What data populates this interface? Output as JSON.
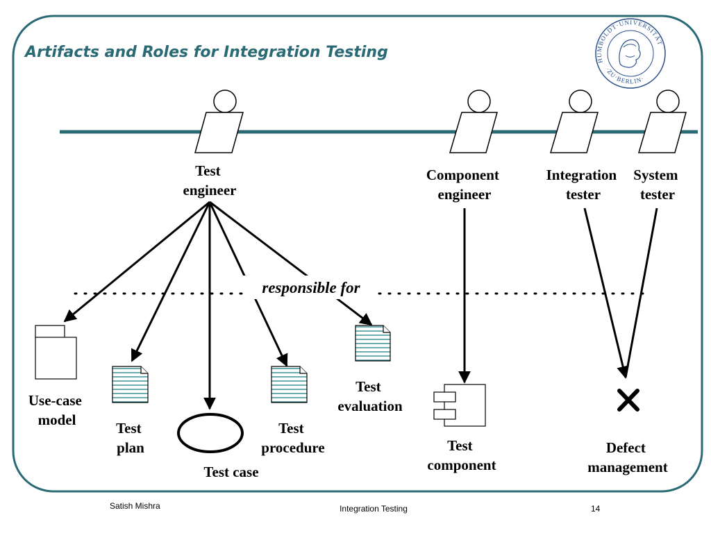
{
  "slide": {
    "title": "Artifacts and Roles for Integration Testing",
    "seal_text": "HUMBOLDT-UNIVERSITÄT ZU BERLIN",
    "colors": {
      "frame": "#2a6a74",
      "title": "#2a6a74",
      "timeline": "#2a6a74",
      "doc_lines": "#2f8a8a"
    }
  },
  "roles": [
    {
      "id": "test-engineer",
      "lines": [
        "Test",
        "engineer"
      ]
    },
    {
      "id": "component-engineer",
      "lines": [
        "Component",
        "engineer"
      ]
    },
    {
      "id": "integration-tester",
      "lines": [
        "Integration",
        "tester"
      ]
    },
    {
      "id": "system-tester",
      "lines": [
        "System",
        "tester"
      ]
    }
  ],
  "responsible_for": "responsible for",
  "artifacts": [
    {
      "id": "use-case-model",
      "icon": "package-icon",
      "lines": [
        "Use-case",
        "model"
      ]
    },
    {
      "id": "test-plan",
      "icon": "document-icon",
      "lines": [
        "Test",
        "plan"
      ]
    },
    {
      "id": "test-case",
      "icon": "ellipse-icon",
      "lines": [
        "Test case"
      ]
    },
    {
      "id": "test-procedure",
      "icon": "document-icon",
      "lines": [
        "Test",
        "procedure"
      ]
    },
    {
      "id": "test-evaluation",
      "icon": "document-icon",
      "lines": [
        "Test",
        "evaluation"
      ]
    },
    {
      "id": "test-component",
      "icon": "component-icon",
      "lines": [
        "Test",
        "component"
      ]
    },
    {
      "id": "defect-management",
      "icon": "x-icon",
      "lines": [
        "Defect",
        "management"
      ]
    }
  ],
  "footer": {
    "author": "Satish Mishra",
    "center": "Integration Testing",
    "page": "14"
  }
}
